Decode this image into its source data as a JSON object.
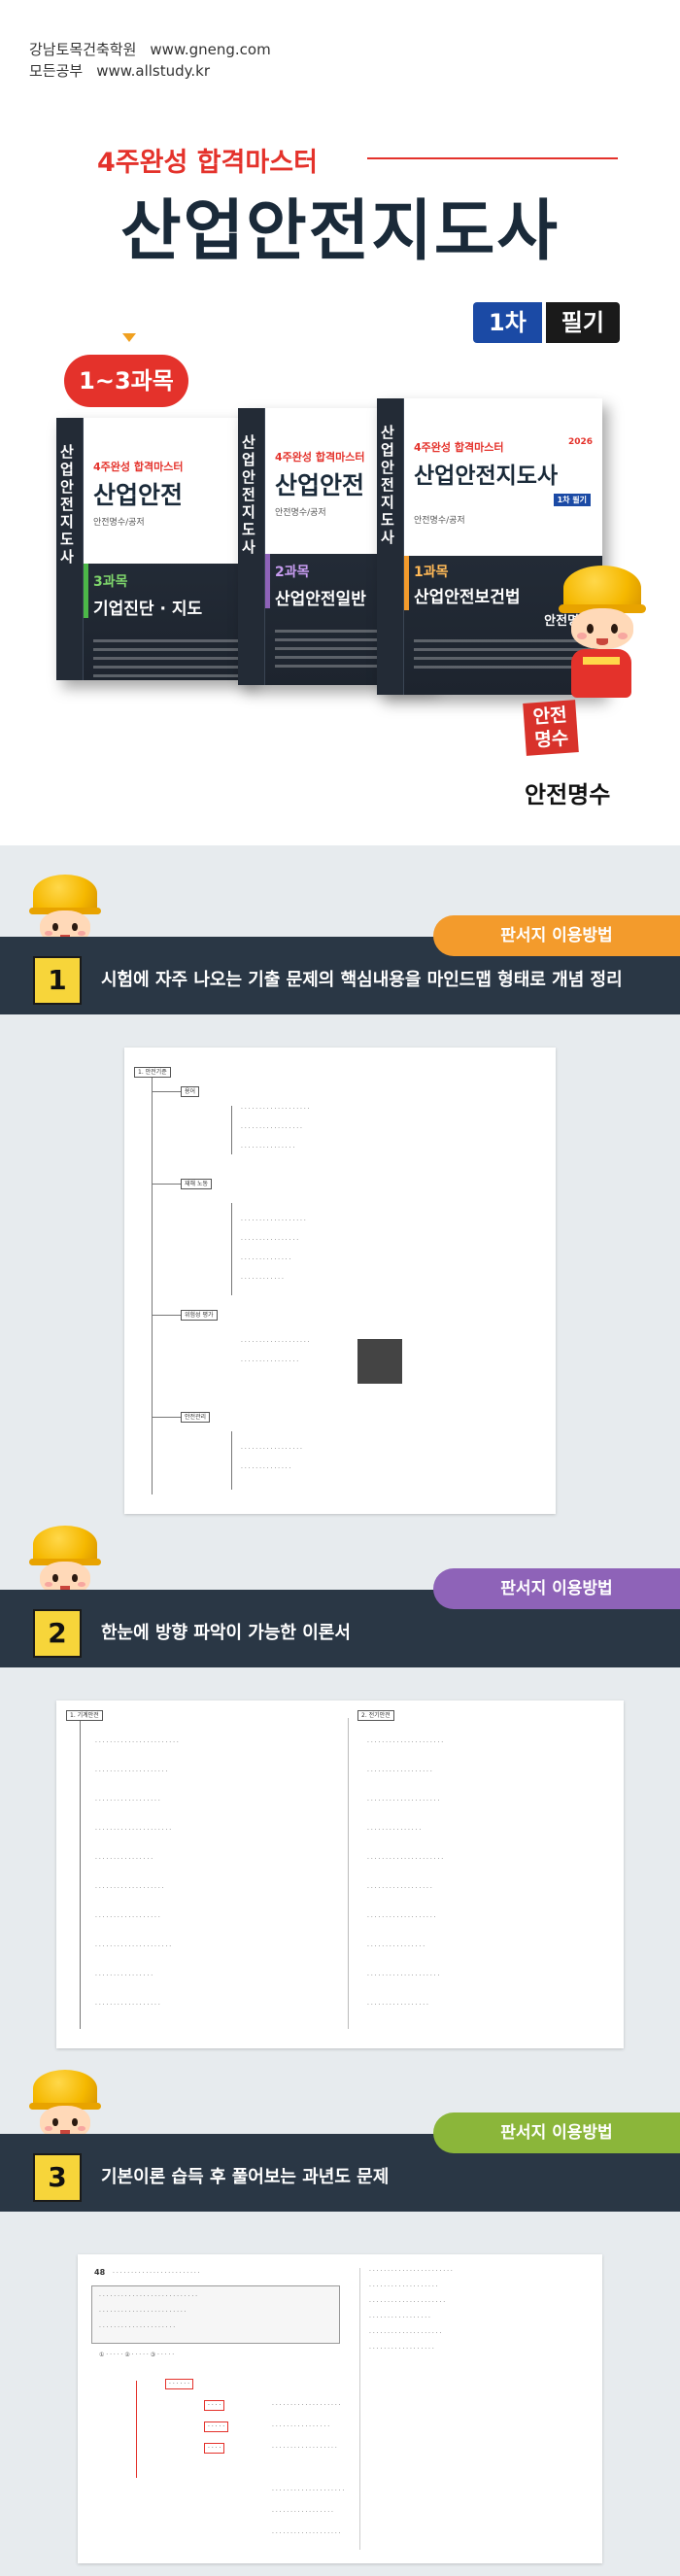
{
  "header": {
    "academy_name": "강남토목건축학원",
    "academy_url": "www.gneng.com",
    "study_name": "모든공부",
    "study_url": "www.allstudy.kr"
  },
  "hero": {
    "tagline": "4주완성 합격마스터",
    "title": "산업안전지도사",
    "grade": "1차",
    "exam_type": "필기",
    "subjects_badge": "1~3과목",
    "stamp_text": [
      "안전",
      "명수"
    ],
    "mascot_label": "안전명수",
    "books": [
      {
        "spine": "산업안전지도사",
        "tag": "4주완성 합격마스터",
        "title": "산업안전",
        "author": "안전명수/공저",
        "subject_no": "3과목",
        "subject": "기업진단 · 지도"
      },
      {
        "spine": "산업안전지도사",
        "tag": "4주완성 합격마스터",
        "title": "산업안전",
        "author": "안전명수/공저",
        "subject_no": "2과목",
        "subject": "산업안전일반"
      },
      {
        "spine": "산업안전지도사",
        "tag": "4주완성 합격마스터",
        "title": "산업안전지도사",
        "author": "안전명수/공저",
        "year": "2026",
        "grade_badge": "1차 필기",
        "subject_no": "1과목",
        "subject": "산업안전보건법",
        "footer": "안전명수"
      }
    ]
  },
  "sections": [
    {
      "tab_label": "판서지 이용방법",
      "number": "1",
      "description": "시험에 자주 나오는 기출 문제의 핵심내용을 마인드맵 형태로 개념 정리"
    },
    {
      "tab_label": "판서지 이용방법",
      "number": "2",
      "description": "한눈에 방향 파악이 가능한 이론서"
    },
    {
      "tab_label": "판서지 이용방법",
      "number": "3",
      "description": "기본이론 습득 후 풀어보는 과년도 문제"
    }
  ],
  "colors": {
    "accent_red": "#e4322b",
    "navy": "#1a2a39",
    "banner": "#2a3745",
    "tab_orange": "#f39b2c",
    "tab_purple": "#8e63b8",
    "tab_green": "#8bb63a",
    "number_yellow": "#f7d53a",
    "grade_blue": "#1b4aa5"
  }
}
